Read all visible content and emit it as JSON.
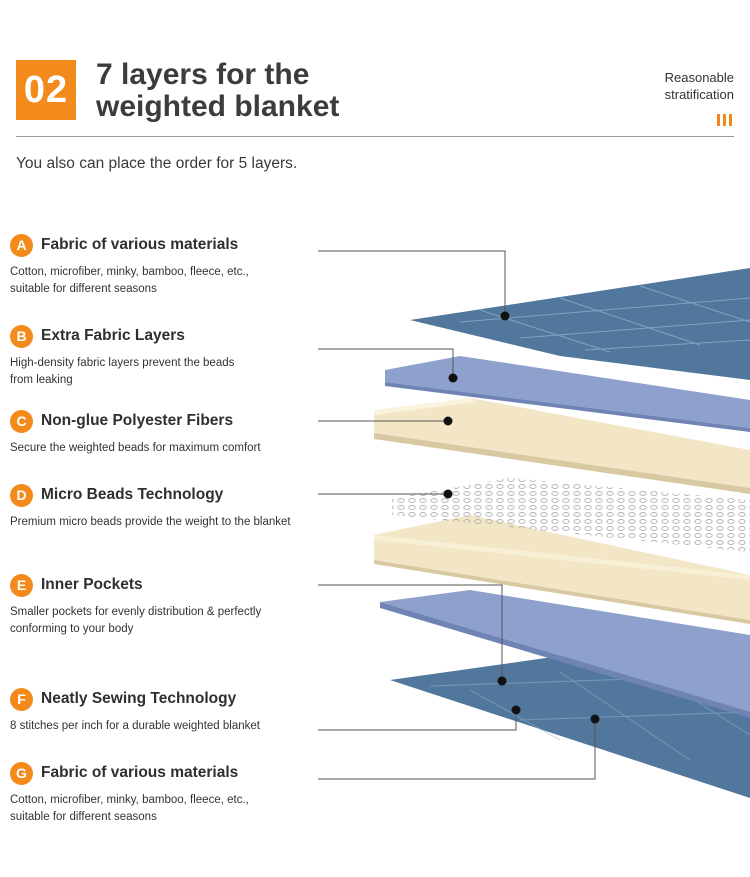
{
  "header": {
    "number": "02",
    "title_line1": "7 layers for the",
    "title_line2": "weighted blanket",
    "caption_line1": "Reasonable",
    "caption_line2": "stratification"
  },
  "subtitle": "You also can place the order for 5 layers.",
  "features": [
    {
      "letter": "A",
      "title": "Fabric of various materials",
      "desc": [
        "Cotton, microfiber, minky, bamboo, fleece, etc.,",
        "suitable for different seasons"
      ]
    },
    {
      "letter": "B",
      "title": "Extra Fabric Layers",
      "desc": [
        "High-density fabric layers prevent the beads",
        "from leaking"
      ]
    },
    {
      "letter": "C",
      "title": "Non-glue Polyester Fibers",
      "desc": [
        "Secure the weighted beads for maximum comfort"
      ]
    },
    {
      "letter": "D",
      "title": "Micro Beads Technology",
      "desc": [
        "Premium micro beads provide the weight to the blanket"
      ]
    },
    {
      "letter": "E",
      "title": "Inner Pockets",
      "desc": [
        "Smaller pockets for evenly distribution & perfectly",
        "conforming to your body"
      ]
    },
    {
      "letter": "F",
      "title": "Neatly Sewing Technology",
      "desc": [
        "8 stitches per inch for a durable weighted blanket"
      ]
    },
    {
      "letter": "G",
      "title": "Fabric of various materials",
      "desc": [
        "Cotton, microfiber, minky, bamboo, fleece, etc.,",
        "suitable for different seasons"
      ]
    }
  ],
  "colors": {
    "accent": "#f28a1c",
    "outer_fabric": "#52779c",
    "inner_fabric": "#8ea0cc",
    "fiber": "#f2e6c6"
  },
  "icons": {
    "stripes": "three-vertical-bars-icon"
  }
}
